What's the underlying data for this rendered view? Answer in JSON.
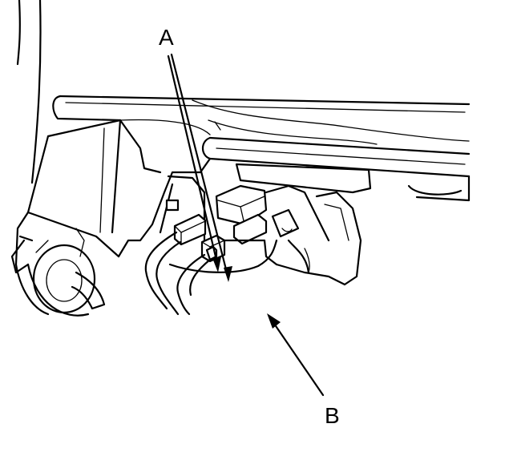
{
  "callouts": [
    {
      "id": "A",
      "text": "A"
    },
    {
      "id": "B",
      "text": "B"
    }
  ],
  "colors": {
    "line": "#000000",
    "background": "#ffffff"
  }
}
